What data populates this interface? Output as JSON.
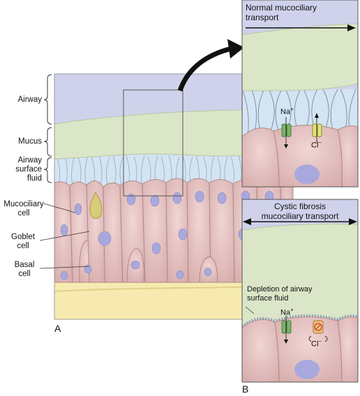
{
  "labels": {
    "airway": "Airway",
    "mucus": "Mucus",
    "asf_line1": "Airway",
    "asf_line2": "surface",
    "asf_line3": "fluid",
    "mucociliary_line1": "Mucociliary",
    "mucociliary_line2": "cell",
    "goblet_line1": "Goblet",
    "goblet_line2": "cell",
    "basal_line1": "Basal",
    "basal_line2": "cell"
  },
  "panel_a": {
    "letter": "A"
  },
  "panel_normal": {
    "title_line1": "Normal mucociliary",
    "title_line2": "transport",
    "na": "Na",
    "na_charge": "+",
    "cl": "Cl",
    "cl_charge": "−"
  },
  "panel_cf": {
    "letter": "B",
    "title_line1": "Cystic fibrosis",
    "title_line2": "mucociliary transport",
    "depletion_line1": "Depletion of airway",
    "depletion_line2": "surface fluid",
    "na": "Na",
    "na_charge": "+",
    "cl": "Cl",
    "cl_charge": "−"
  },
  "colors": {
    "airway": "#cfd2ea",
    "mucus": "#dbe6c8",
    "surface_fluid": "#d3e4f2",
    "cell": "#e7c7c6",
    "nucleus": "#a9a8dc",
    "basement": "#f6eab0",
    "na_channel": "#7bb36a",
    "cl_channel": "#e2e27a",
    "cl_blocked": "#f0c080"
  }
}
